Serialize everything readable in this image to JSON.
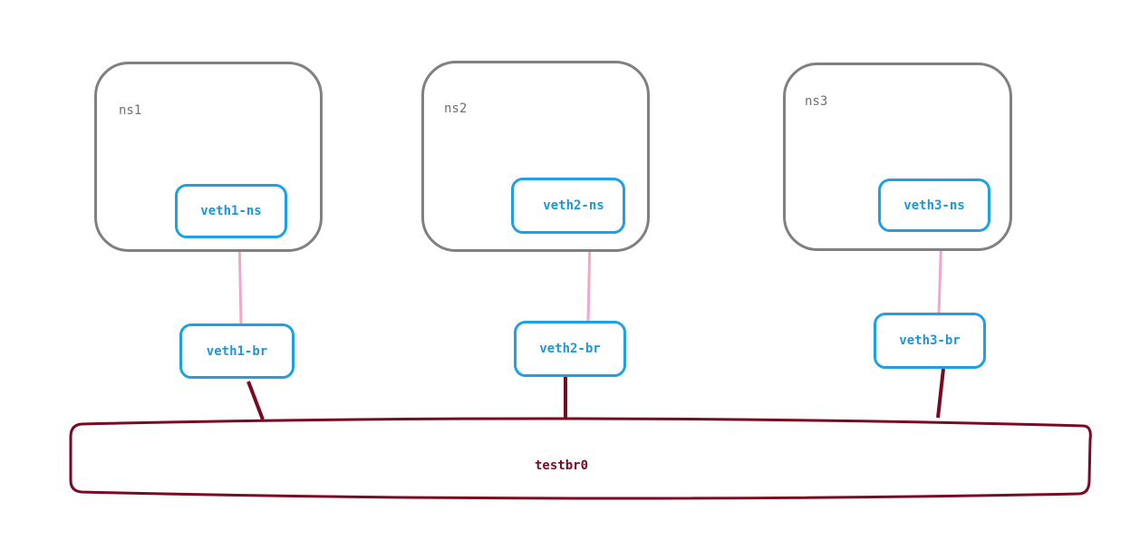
{
  "namespaces": [
    {
      "label": "ns1",
      "veth_ns": "veth1-ns",
      "veth_br": "veth1-br"
    },
    {
      "label": "ns2",
      "veth_ns": "veth2-ns",
      "veth_br": "veth2-br"
    },
    {
      "label": "ns3",
      "veth_ns": "veth3-ns",
      "veth_br": "veth3-br"
    }
  ],
  "bridge": {
    "label": "testbr0"
  },
  "colors": {
    "namespace_border": "#808080",
    "veth_border": "#1ea0e6",
    "veth_text": "#1e96dc",
    "veth_pair_link": "#f4a6c8",
    "bridge": "#7a0a24"
  }
}
